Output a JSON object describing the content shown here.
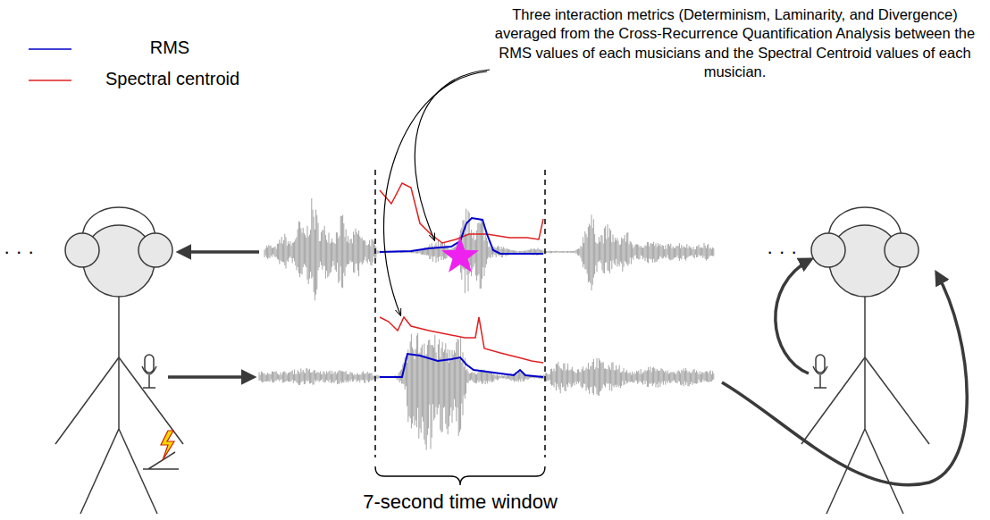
{
  "diagram": {
    "labels": [
      "Three interaction metrics (Determinism, Laminarity, and Divergence) averaged from the Cross-Recurrence Quantification Analysis between the RMS values of each musicians and the Spectral Centroid values of each musician.",
      "· · ·",
      "· · ·",
      "7-second time window"
    ],
    "legend": [
      {
        "text": "RMS"
      },
      {
        "text": "Spectral centroid"
      }
    ]
  }
}
